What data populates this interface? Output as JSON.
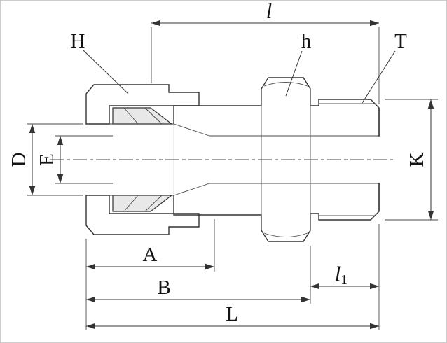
{
  "figure": {
    "type": "technical-drawing",
    "subject": "tube-fitting-male-connector-cross-section",
    "dimension_labels": {
      "l": "l",
      "H": "H",
      "h": "h",
      "T": "T",
      "D": "D",
      "E": "E",
      "K": "K",
      "A": "A",
      "B": "B",
      "l1_base": "l",
      "l1_sub": "1",
      "L": "L"
    },
    "colors": {
      "line": "#333333",
      "body_fill": "#dcdcdc",
      "nut_fill": "#cbcbcb",
      "background": "#ffffff"
    }
  }
}
